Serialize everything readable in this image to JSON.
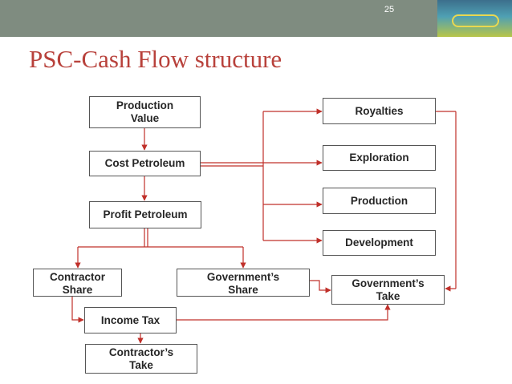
{
  "slide": {
    "page_number": "25",
    "title": "PSC-Cash Flow structure"
  },
  "logo": {
    "icon": "company-logo-icon"
  },
  "diagram": {
    "nodes": {
      "production_value": "Production\nValue",
      "cost_petroleum": "Cost Petroleum",
      "profit_petroleum": "Profit Petroleum",
      "royalties": "Royalties",
      "exploration": "Exploration",
      "production": "Production",
      "development": "Development",
      "contractor_share": "Contractor\nShare",
      "governments_share": "Government’s\nShare",
      "governments_take": "Government’s\nTake",
      "income_tax": "Income Tax",
      "contractors_take": "Contractor’s\nTake"
    },
    "connector_color": "#c0302a"
  }
}
